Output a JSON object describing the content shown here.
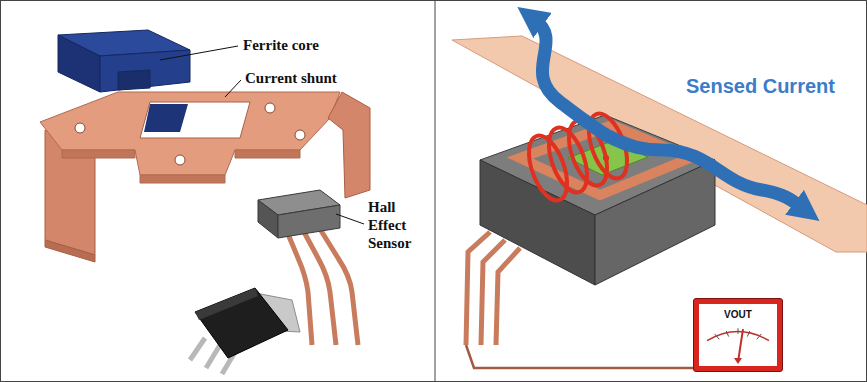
{
  "diagram": {
    "nodes": [
      {
        "text": [
          "VOUT"
        ]
      }
    ],
    "labels": [
      "Ferrite core",
      "Current shunt",
      "Hall Effect Sensor",
      "Sensed Current"
    ]
  }
}
